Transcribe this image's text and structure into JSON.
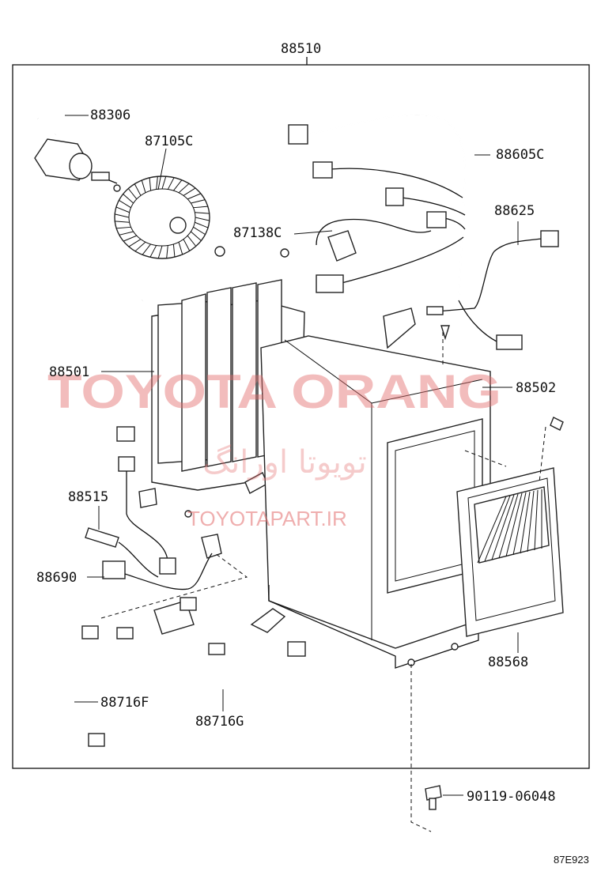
{
  "diagram": {
    "top_part_number": "88510",
    "figure_code": "87E923",
    "callouts": [
      {
        "id": "88306"
      },
      {
        "id": "87105C"
      },
      {
        "id": "87138C"
      },
      {
        "id": "88605C"
      },
      {
        "id": "88625"
      },
      {
        "id": "88501"
      },
      {
        "id": "88502"
      },
      {
        "id": "88515"
      },
      {
        "id": "88690"
      },
      {
        "id": "88568"
      },
      {
        "id": "88716F"
      },
      {
        "id": "88716G"
      },
      {
        "id": "90119-06048"
      }
    ]
  },
  "watermark": {
    "brand": "TOYOTA ORANG",
    "persian": "تویوتا اورانگ",
    "url": "TOYOTAPART.IR"
  },
  "colors": {
    "line": "#111111",
    "watermark": "#e36d6d",
    "background": "#ffffff"
  }
}
